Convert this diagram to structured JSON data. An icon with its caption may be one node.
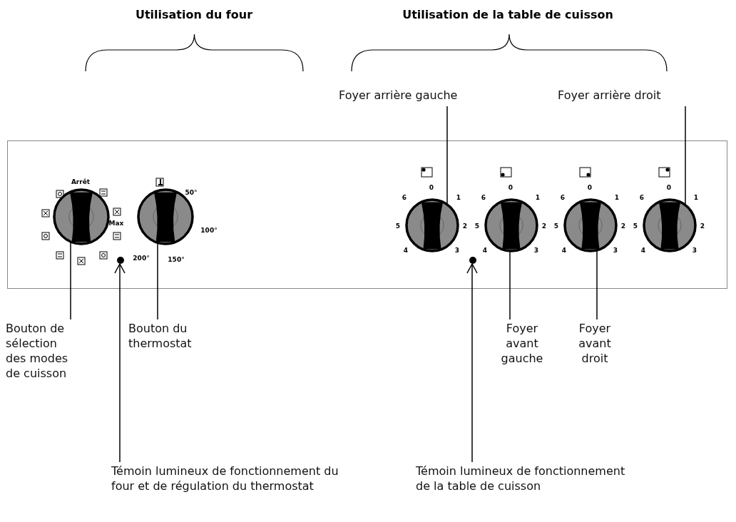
{
  "diagram": {
    "nodes": [
      {
        "text": [
          "Foyer arrière gauche"
        ]
      },
      {
        "text": [
          "Foyer arrière droit"
        ]
      },
      {
        "text": [],
        "shape": "box"
      },
      {
        "text": [],
        "shape": "circle",
        "in": 2
      },
      {
        "text": [],
        "shape": "circle",
        "in": 2
      },
      {
        "text": [],
        "shape": "circle",
        "in": 2
      },
      {
        "text": [],
        "shape": "circle",
        "in": 2
      },
      {
        "text": [],
        "shape": "circle",
        "in": 2
      },
      {
        "text": [],
        "shape": "circle",
        "in": 2
      },
      {
        "text": [],
        "shape": "circle",
        "in": 2
      },
      {
        "text": [],
        "shape": "circle",
        "in": 2
      },
      {
        "text": [
          "Bouton de sélection des modes de cuisson"
        ]
      },
      {
        "text": [
          "Bouton du thermostat"
        ]
      },
      {
        "text": [
          "Foyer avant gauche"
        ]
      },
      {
        "text": [
          "Foyer avant droit"
        ]
      },
      {
        "text": [
          "Témoin lumineux de fonctionnement du four et de régulation du thermostat"
        ]
      },
      {
        "text": [
          "Témoin lumineux de fonctionnement de la table de cuisson"
        ]
      }
    ],
    "edges": [
      {
        "from": 0,
        "to": 7,
        "arrow": "none"
      },
      {
        "from": 1,
        "to": 10,
        "arrow": "none"
      },
      {
        "from": 11,
        "to": 3,
        "arrow": "none"
      },
      {
        "from": 12,
        "to": 4,
        "arrow": "none"
      },
      {
        "from": 13,
        "to": 8,
        "arrow": "none"
      },
      {
        "from": 14,
        "to": 9,
        "arrow": "none"
      },
      {
        "from": 15,
        "to": 5,
        "arrow": "to"
      },
      {
        "from": 16,
        "to": 6,
        "arrow": "to"
      }
    ],
    "labels": [
      "Utilisation du four",
      "Utilisation de la table de cuisson",
      "Arrêt",
      "Max",
      "50°",
      "100°",
      "150°",
      "200°",
      "0",
      "1",
      "2",
      "3",
      "4",
      "5",
      "6",
      "0",
      "1",
      "2",
      "3",
      "4",
      "5",
      "6",
      "0",
      "1",
      "2",
      "3",
      "4",
      "5",
      "6",
      "0",
      "1",
      "2",
      "3",
      "4",
      "5",
      "6"
    ]
  }
}
